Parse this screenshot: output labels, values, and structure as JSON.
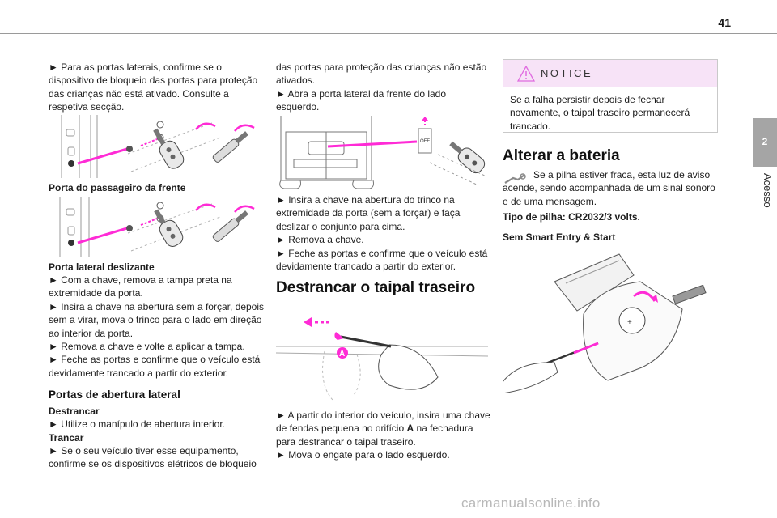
{
  "page": {
    "number": "41",
    "chapter_tab": "2",
    "chapter_title": "Acesso"
  },
  "col1": {
    "intro": "► Para as portas laterais, confirme se o dispositivo de bloqueio das portas para proteção das crianças não está ativado. Consulte a respetiva secção.",
    "caption_front": "Porta do passageiro da frente",
    "caption_sliding": "Porta lateral deslizante",
    "sliding_steps": "► Com a chave, remova a tampa preta na extremidade da porta.\n► Insira a chave na abertura sem a forçar, depois sem a virar, mova o trinco para o lado em direção ao interior da porta.\n► Remova a chave e volte a aplicar a tampa.\n► Feche as portas e confirme que o veículo está devidamente trancado a partir do exterior.",
    "heading_side": "Portas de abertura lateral",
    "label_unlock": "Destrancar",
    "step_unlock": "► Utilize o manípulo de abertura interior.",
    "label_lock": "Trancar",
    "step_lock": "► Se o seu veículo tiver esse equipamento, confirme se os dispositivos elétricos de bloqueio"
  },
  "col2": {
    "cont": "das portas para proteção das crianças não estão ativados.\n► Abra a porta lateral da frente do lado esquerdo.",
    "off_label": "OFF",
    "steps": "► Insira a chave na abertura do trinco na extremidade da porta (sem a forçar) e faça deslizar o conjunto para cima.\n► Remova a chave.\n► Feche as portas e confirme que o veículo está devidamente trancado a partir do exterior.",
    "heading_tailgate": "Destrancar o taipal traseiro",
    "marker_a": "A",
    "tailgate_steps_before": "► A partir do interior do veículo, insira uma chave de fendas pequena no orifício ",
    "tailgate_steps_bold": "A",
    "tailgate_steps_after": " na fechadura para destrancar o taipal traseiro.\n► Mova o engate para o lado esquerdo."
  },
  "col3": {
    "notice_title": "NOTICE",
    "notice_body": "Se a falha persistir depois de fechar novamente, o taipal traseiro permanecerá trancado.",
    "heading_battery": "Alterar a bateria",
    "battery_text": "Se a pilha estiver fraca, esta luz de aviso acende, sendo acompanhada de um sinal sonoro e de uma mensagem.",
    "battery_type": "Tipo de pilha: CR2032/3 volts.",
    "sub_heading": "Sem Smart Entry & Start"
  },
  "footer": {
    "watermark": "carmanualsonline.info"
  },
  "colors": {
    "accent": "#ff2bd6",
    "notice_bg": "#f7e3f7",
    "tab_bg": "#a5a5a5"
  }
}
